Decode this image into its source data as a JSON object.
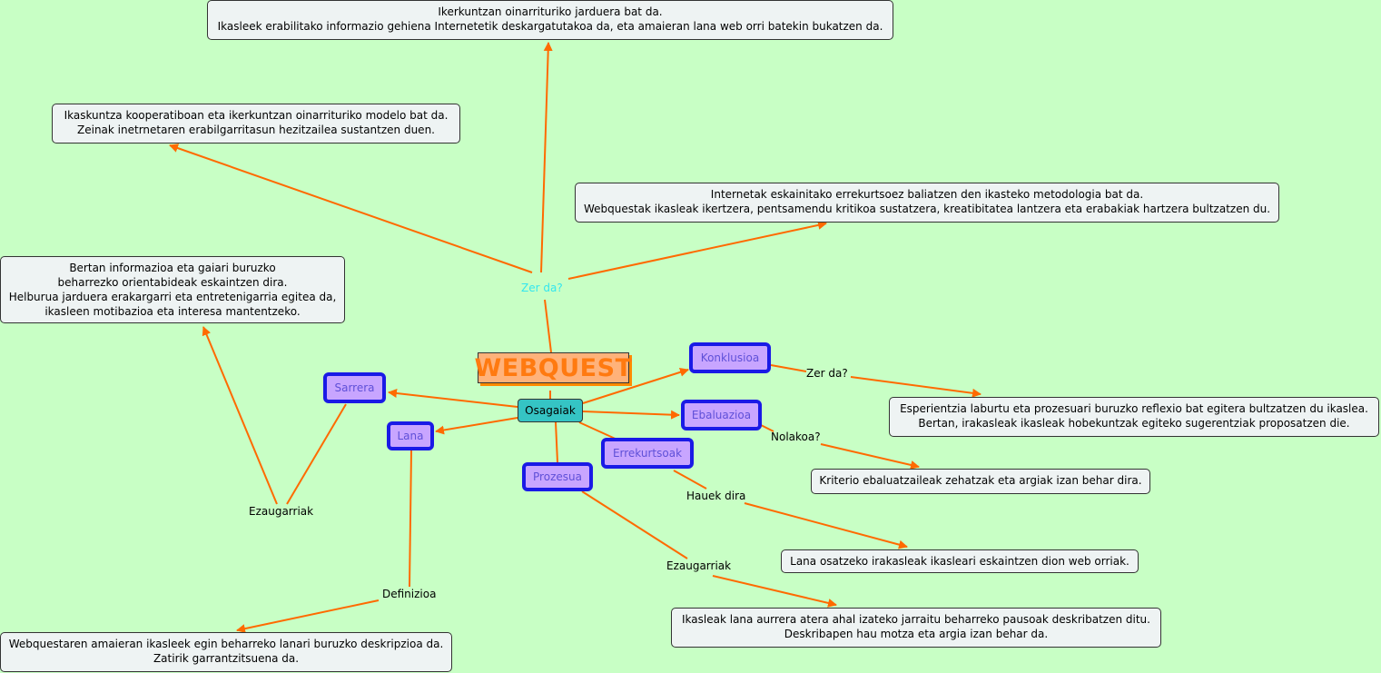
{
  "central": {
    "title": "WEBQUEST"
  },
  "hub": {
    "label": "Osagaiak"
  },
  "top_notes": {
    "zer_da_label": "Zer da?",
    "note1": "Ikerkuntzan oinarrituriko jarduera bat da.\nIkasleek erabilitako informazio gehiena Internetetik deskargatutakoa da, eta amaieran lana web orri batekin bukatzen da.",
    "note2": "Ikaskuntza kooperatiboan eta ikerkuntzan oinarrituriko modelo bat da.\nZeinak inetrnetaren erabilgarritasun hezitzailea sustantzen duen.",
    "note3": "Internetak eskainitako errekurtsoez baliatzen den ikasteko metodologia bat da.\nWebquestak ikasleak ikertzera, pentsamendu kritikoa sustatzera, kreatibitatea lantzera eta erabakiak hartzera bultzatzen du."
  },
  "components": {
    "sarrera": {
      "label": "Sarrera",
      "link_label": "Ezaugarriak",
      "note": "Bertan informazioa eta gaiari buruzko\nbeharrezko orientabideak eskaintzen dira.\nHelburua jarduera erakargarri eta entretenigarria egitea da,\nikasleen motibazioa eta interesa mantentzeko."
    },
    "lana": {
      "label": "Lana",
      "link_label": "Definizioa",
      "note": "Webquestaren amaieran ikasleek egin beharreko lanari buruzko deskripzioa da.\nZatirik garrantzitsuena da."
    },
    "prozesua": {
      "label": "Prozesua",
      "link_label": "Ezaugarriak",
      "note": "Ikasleak lana aurrera atera ahal izateko jarraitu beharreko pausoak deskribatzen ditu.\nDeskribapen hau motza eta argia izan behar da."
    },
    "errekurtsoak": {
      "label": "Errekurtsoak",
      "link_label": "Hauek dira",
      "note": "Lana osatzeko irakasleak ikasleari eskaintzen dion web orriak."
    },
    "ebaluazioa": {
      "label": "Ebaluazioa",
      "link_label": "Nolakoa?",
      "note": "Kriterio ebaluatzaileak zehatzak eta argiak izan behar dira."
    },
    "konklusioa": {
      "label": "Konklusioa",
      "link_label": "Zer da?",
      "note": "Esperientzia laburtu eta prozesuari buruzko reflexio bat egitera bultzatzen du ikaslea.\nBertan, irakasleak ikasleak hobekuntzak egiteko sugerentziak proposatzen die."
    }
  },
  "colors": {
    "background": "#c8ffc5",
    "link": "#ff6a00",
    "node_fill": "#c8a5ff",
    "node_border": "#1a1ae6"
  }
}
